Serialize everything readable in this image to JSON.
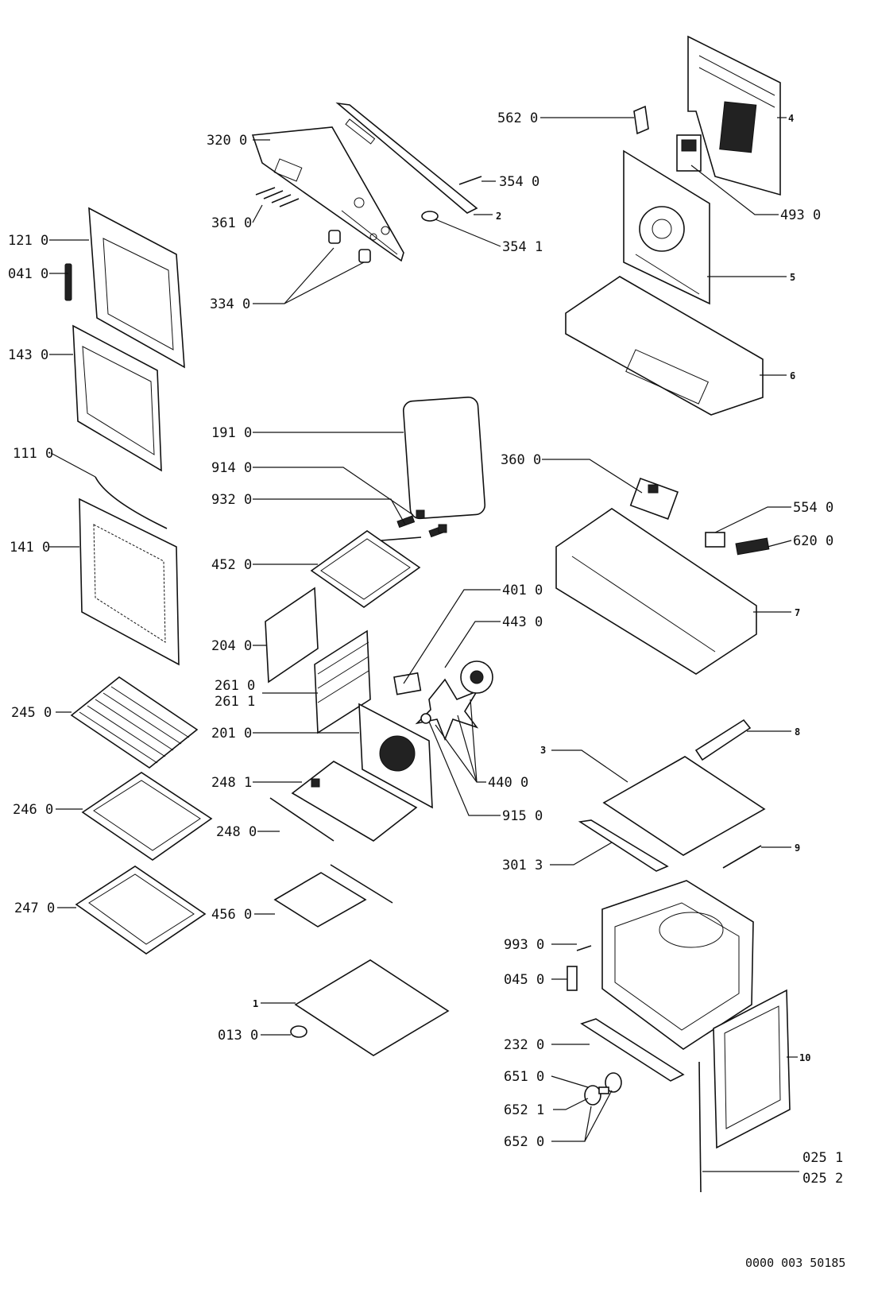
{
  "labels": {
    "l320_0": "320 0",
    "l361_0": "361 0",
    "l334_0": "334 0",
    "l354_0": "354 0",
    "l354_1": "354 1",
    "l2": "2",
    "l562_0": "562 0",
    "l4": "4",
    "l493_0": "493 0",
    "l5": "5",
    "l6": "6",
    "l121_0": "121 0",
    "l041_0": "041 0",
    "l143_0": "143 0",
    "l111_0": "111 0",
    "l141_0": "141 0",
    "l191_0": "191 0",
    "l914_0": "914 0",
    "l932_0": "932 0",
    "l452_0": "452 0",
    "l360_0": "360 0",
    "l554_0": "554 0",
    "l620_0": "620 0",
    "l7": "7",
    "l401_0": "401 0",
    "l443_0": "443 0",
    "l204_0": "204 0",
    "l261_0": "261 0",
    "l261_1": "261 1",
    "l201_0": "201 0",
    "l245_0": "245 0",
    "l248_1": "248 1",
    "l248_0": "248 0",
    "l246_0": "246 0",
    "l440_0": "440 0",
    "l915_0": "915 0",
    "l3": "3",
    "l8": "8",
    "l301_3": "301 3",
    "l9": "9",
    "l247_0": "247 0",
    "l456_0": "456 0",
    "l993_0": "993 0",
    "l045_0": "045 0",
    "l1": "1",
    "l013_0": "013 0",
    "l232_0": "232 0",
    "l10": "10",
    "l651_0": "651 0",
    "l652_1": "652 1",
    "l652_0": "652 0",
    "l025_1": "025 1",
    "l025_2": "025 2"
  },
  "footer_ref": "0000 003 50185"
}
